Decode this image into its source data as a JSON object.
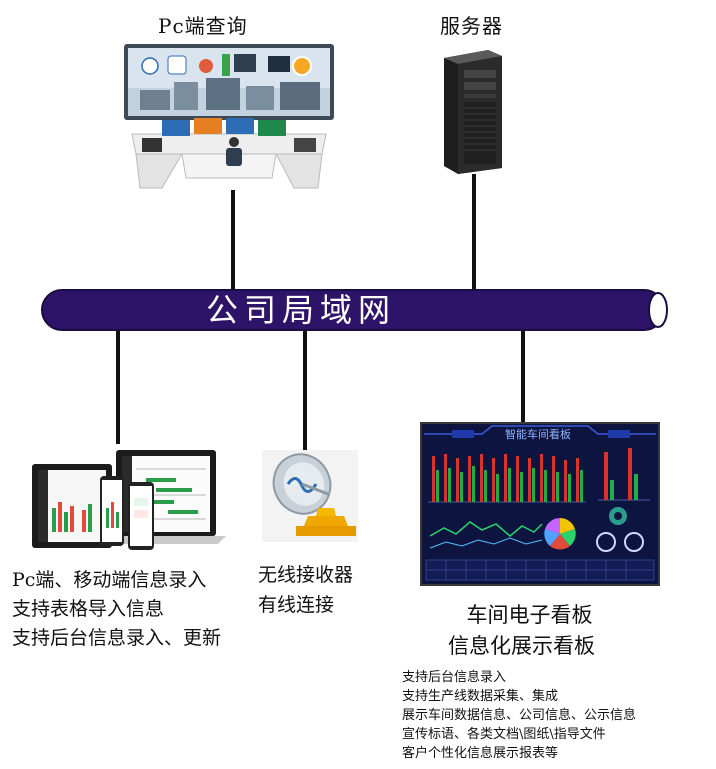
{
  "pc_query": {
    "title": "Pc端查询"
  },
  "server": {
    "title": "服务器"
  },
  "network": {
    "label": "公司局域网"
  },
  "devices": {
    "lines": [
      "Pc端、移动端信息录入",
      "支持表格导入信息",
      "支持后台信息录入、更新"
    ]
  },
  "receiver": {
    "lines": [
      "无线接收器",
      "有线连接"
    ]
  },
  "board": {
    "screen_title": "智能车间看板",
    "title_lines": [
      "车间电子看板",
      "信息化展示看板"
    ],
    "features": [
      "支持后台信息录入",
      "支持生产线数据采集、集成",
      "展示车间数据信息、公司信息、公示信息",
      "宣传标语、各类文档\\图纸\\指导文件",
      "客户个性化信息展示报表等"
    ]
  },
  "colors": {
    "bus_fill": "#2e1468",
    "line": "#111111",
    "board_bg": "#0d1440"
  }
}
